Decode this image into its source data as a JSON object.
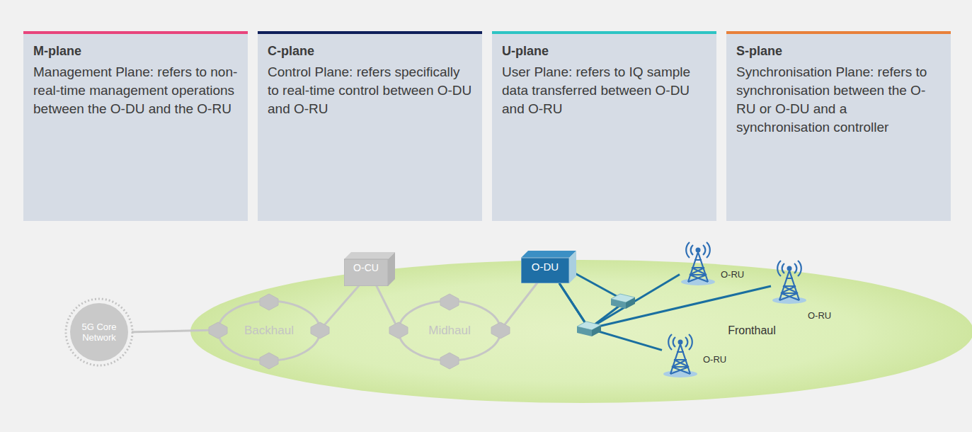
{
  "diagram": {
    "nodes": [
      {
        "text": [
          "M-plane",
          "Management Plane: refers to non-real-time management operations between the O-DU and the O-RU"
        ]
      },
      {
        "text": [
          "C-plane",
          "Control Plane: refers specifically to real-time control between O-DU and O-RU"
        ]
      },
      {
        "text": [
          "U-plane",
          "User Plane: refers to IQ sample data transferred between O-DU and O-RU"
        ]
      },
      {
        "text": [
          "S-plane",
          "Synchronisation Plane: refers to synchronisation between the O-RU or O-DU and a synchronisation controller"
        ]
      },
      {
        "text": [
          "5G Core Network"
        ]
      },
      {
        "text": [
          "O-CU"
        ]
      },
      {
        "text": [
          "O-DU"
        ]
      },
      {
        "text": [
          "O-RU"
        ]
      },
      {
        "text": [
          "O-RU"
        ]
      },
      {
        "text": [
          "O-RU"
        ]
      }
    ],
    "edges": [
      {
        "from": 6,
        "to": 7,
        "arrow": "none"
      },
      {
        "from": 6,
        "to": 8,
        "arrow": "none"
      },
      {
        "from": 6,
        "to": 9,
        "arrow": "none"
      }
    ],
    "labels": [
      "Backhaul",
      "Midhaul",
      "Fronthaul"
    ]
  }
}
